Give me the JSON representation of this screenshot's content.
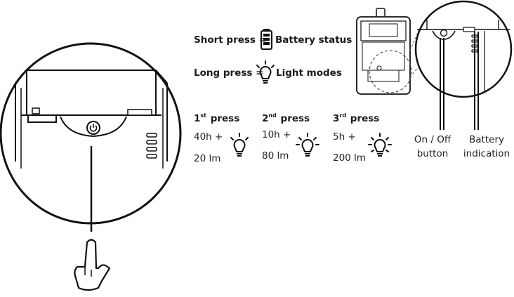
{
  "legend": {
    "short_press": {
      "label": "Short press =",
      "result": "Battery status"
    },
    "long_press": {
      "label": "Long press =",
      "result": "Light modes"
    }
  },
  "presses": [
    {
      "ordinal": "1",
      "suffix": "st",
      "word": "press",
      "runtime": "40h +",
      "lumens": "20 lm"
    },
    {
      "ordinal": "2",
      "suffix": "nd",
      "word": "press",
      "runtime": "10h +",
      "lumens": "80 lm"
    },
    {
      "ordinal": "3",
      "suffix": "rd",
      "word": "press",
      "runtime": "5h +",
      "lumens": "200 lm"
    }
  ],
  "callouts": {
    "on_off": {
      "line1": "On / Off",
      "line2": "button"
    },
    "battery": {
      "line1": "Battery",
      "line2": "indication"
    }
  },
  "icons": [
    "battery-icon",
    "bulb-icon",
    "power-icon",
    "hand-pointer-icon"
  ]
}
